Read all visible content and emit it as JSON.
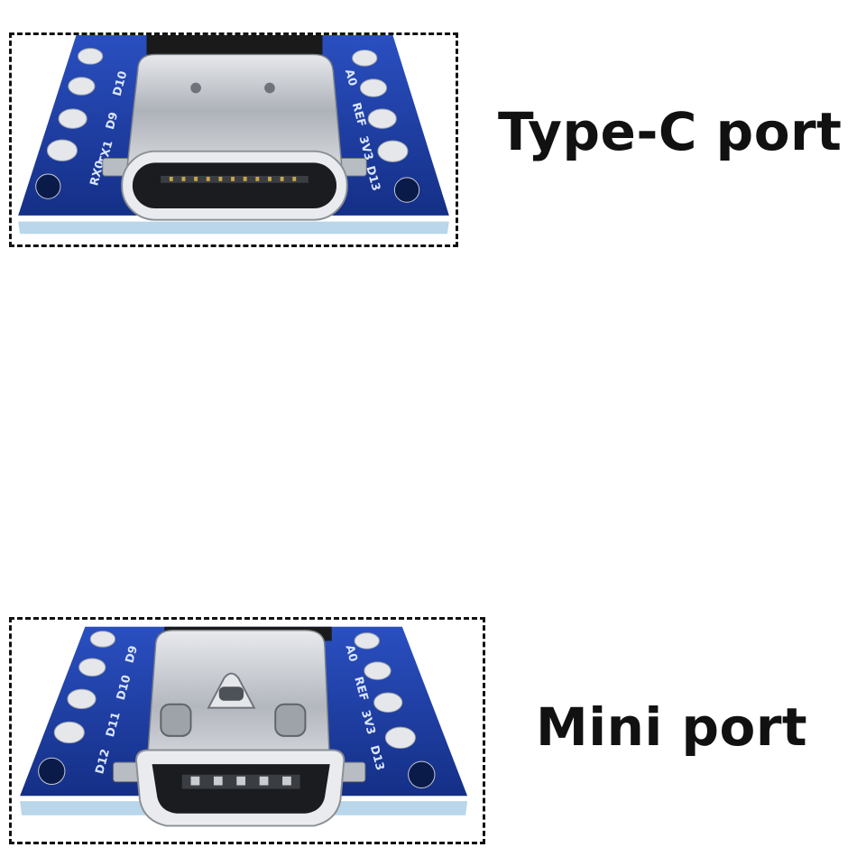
{
  "products": [
    {
      "caption": "Type-C port",
      "pin_labels_left": [
        "D10",
        "D9",
        "TX1",
        "RX0"
      ],
      "pin_labels_right": [
        "A0",
        "REF",
        "3V3",
        "D13"
      ]
    },
    {
      "caption": "Mini port",
      "pin_labels_left": [
        "D9",
        "D10",
        "D11",
        "D12"
      ],
      "pin_labels_right": [
        "A0",
        "REF",
        "3V3",
        "D13"
      ]
    }
  ],
  "colors": {
    "pcb": "#1e3fa8",
    "pcb_dark": "#102a7a",
    "metal": "#c9ccd1",
    "frame": "#111111"
  }
}
